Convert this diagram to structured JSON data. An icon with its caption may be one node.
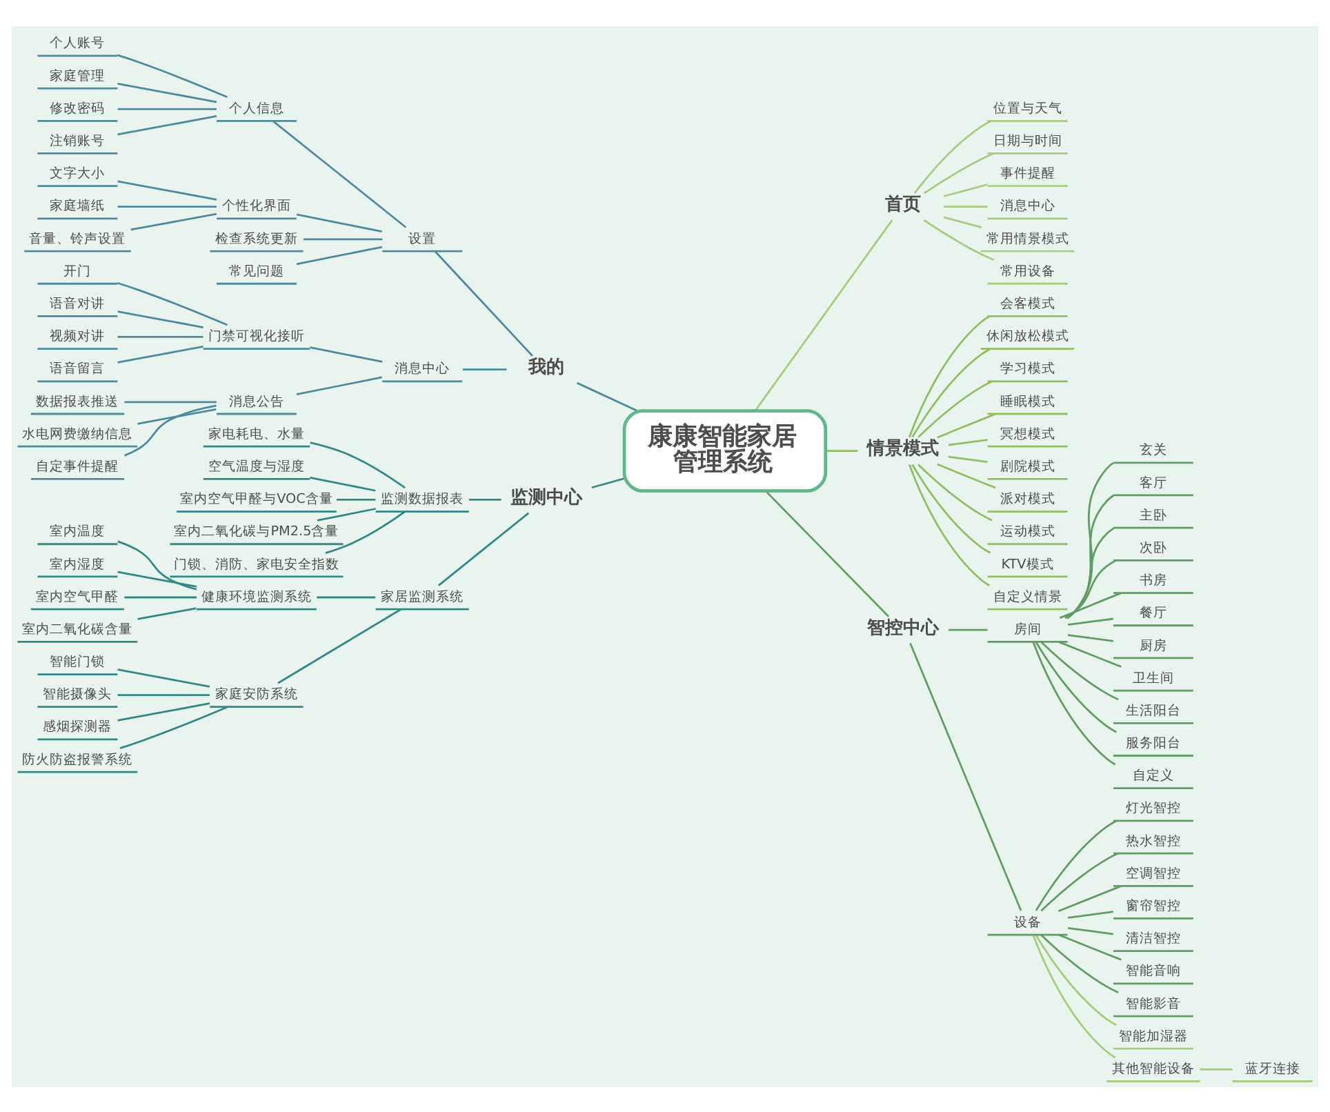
{
  "diagram": {
    "nodes": [
      {
        "text": [
          "康康智能家居管理系统"
        ]
      },
      {
        "text": [
          "我的"
        ]
      },
      {
        "text": [
          "设置"
        ]
      },
      {
        "text": [
          "个人信息"
        ]
      },
      {
        "text": [
          "个人账号"
        ]
      },
      {
        "text": [
          "家庭管理"
        ]
      },
      {
        "text": [
          "修改密码"
        ]
      },
      {
        "text": [
          "注销账号"
        ]
      },
      {
        "text": [
          "个性化界面"
        ]
      },
      {
        "text": [
          "文字大小"
        ]
      },
      {
        "text": [
          "家庭墙纸"
        ]
      },
      {
        "text": [
          "音量、铃声设置"
        ]
      },
      {
        "text": [
          "检查系统更新"
        ]
      },
      {
        "text": [
          "常见问题"
        ]
      },
      {
        "text": [
          "消息中心"
        ]
      },
      {
        "text": [
          "门禁可视化接听"
        ]
      },
      {
        "text": [
          "开门"
        ]
      },
      {
        "text": [
          "语音对讲"
        ]
      },
      {
        "text": [
          "视频对讲"
        ]
      },
      {
        "text": [
          "语音留言"
        ]
      },
      {
        "text": [
          "消息公告"
        ]
      },
      {
        "text": [
          "数据报表推送"
        ]
      },
      {
        "text": [
          "水电网费缴纳信息"
        ]
      },
      {
        "text": [
          "自定事件提醒"
        ]
      },
      {
        "text": [
          "监测中心"
        ]
      },
      {
        "text": [
          "监测数据报表"
        ]
      },
      {
        "text": [
          "家电耗电、水量"
        ]
      },
      {
        "text": [
          "空气温度与湿度"
        ]
      },
      {
        "text": [
          "室内空气甲醛与VOC含量"
        ]
      },
      {
        "text": [
          "室内二氧化碳与PM2.5含量"
        ]
      },
      {
        "text": [
          "门锁、消防、家电安全指数"
        ]
      },
      {
        "text": [
          "家居监测系统"
        ]
      },
      {
        "text": [
          "健康环境监测系统"
        ]
      },
      {
        "text": [
          "室内温度"
        ]
      },
      {
        "text": [
          "室内湿度"
        ]
      },
      {
        "text": [
          "室内空气甲醛"
        ]
      },
      {
        "text": [
          "室内二氧化碳含量"
        ]
      },
      {
        "text": [
          "家庭安防系统"
        ]
      },
      {
        "text": [
          "智能门锁"
        ]
      },
      {
        "text": [
          "智能摄像头"
        ]
      },
      {
        "text": [
          "感烟探测器"
        ]
      },
      {
        "text": [
          "防火防盗报警系统"
        ]
      },
      {
        "text": [
          "首页"
        ]
      },
      {
        "text": [
          "位置与天气"
        ]
      },
      {
        "text": [
          "日期与时间"
        ]
      },
      {
        "text": [
          "事件提醒"
        ]
      },
      {
        "text": [
          "消息中心"
        ]
      },
      {
        "text": [
          "常用情景模式"
        ]
      },
      {
        "text": [
          "常用设备"
        ]
      },
      {
        "text": [
          "情景模式"
        ]
      },
      {
        "text": [
          "会客模式"
        ]
      },
      {
        "text": [
          "休闲放松模式"
        ]
      },
      {
        "text": [
          "学习模式"
        ]
      },
      {
        "text": [
          "睡眠模式"
        ]
      },
      {
        "text": [
          "冥想模式"
        ]
      },
      {
        "text": [
          "剧院模式"
        ]
      },
      {
        "text": [
          "派对模式"
        ]
      },
      {
        "text": [
          "运动模式"
        ]
      },
      {
        "text": [
          "KTV模式"
        ]
      },
      {
        "text": [
          "自定义情景"
        ]
      },
      {
        "text": [
          "智控中心"
        ]
      },
      {
        "text": [
          "房间"
        ]
      },
      {
        "text": [
          "玄关"
        ]
      },
      {
        "text": [
          "客厅"
        ]
      },
      {
        "text": [
          "主卧"
        ]
      },
      {
        "text": [
          "次卧"
        ]
      },
      {
        "text": [
          "书房"
        ]
      },
      {
        "text": [
          "餐厅"
        ]
      },
      {
        "text": [
          "厨房"
        ]
      },
      {
        "text": [
          "卫生间"
        ]
      },
      {
        "text": [
          "生活阳台"
        ]
      },
      {
        "text": [
          "服务阳台"
        ]
      },
      {
        "text": [
          "自定义"
        ]
      },
      {
        "text": [
          "设备"
        ]
      },
      {
        "text": [
          "灯光智控"
        ]
      },
      {
        "text": [
          "热水智控"
        ]
      },
      {
        "text": [
          "空调智控"
        ]
      },
      {
        "text": [
          "窗帘智控"
        ]
      },
      {
        "text": [
          "清洁智控"
        ]
      },
      {
        "text": [
          "智能音响"
        ]
      },
      {
        "text": [
          "智能影音"
        ]
      },
      {
        "text": [
          "智能加湿器"
        ]
      },
      {
        "text": [
          "其他智能设备"
        ]
      },
      {
        "text": [
          "蓝牙连接"
        ]
      }
    ],
    "edges": [
      {
        "from": 0,
        "to": 1,
        "arrow": "none",
        "color": "#4a8c9e"
      },
      {
        "from": 1,
        "to": 2,
        "arrow": "none",
        "color": "#4a8c9e"
      },
      {
        "from": 2,
        "to": 3,
        "arrow": "none",
        "color": "#4a8c9e"
      },
      {
        "from": 3,
        "to": 4,
        "arrow": "none",
        "color": "#4a8c9e"
      },
      {
        "from": 3,
        "to": 5,
        "arrow": "none",
        "color": "#4a8c9e"
      },
      {
        "from": 3,
        "to": 6,
        "arrow": "none",
        "color": "#4a8c9e"
      },
      {
        "from": 3,
        "to": 7,
        "arrow": "none",
        "color": "#4a8c9e"
      },
      {
        "from": 2,
        "to": 8,
        "arrow": "none",
        "color": "#4a8c9e"
      },
      {
        "from": 8,
        "to": 9,
        "arrow": "none",
        "color": "#4a8c9e"
      },
      {
        "from": 8,
        "to": 10,
        "arrow": "none",
        "color": "#4a8c9e"
      },
      {
        "from": 8,
        "to": 11,
        "arrow": "none",
        "color": "#4a8c9e"
      },
      {
        "from": 2,
        "to": 12,
        "arrow": "none",
        "color": "#4a8c9e"
      },
      {
        "from": 2,
        "to": 13,
        "arrow": "none",
        "color": "#4a8c9e"
      },
      {
        "from": 1,
        "to": 14,
        "arrow": "none",
        "color": "#4a8c9e"
      },
      {
        "from": 14,
        "to": 15,
        "arrow": "none",
        "color": "#4a8c9e"
      },
      {
        "from": 15,
        "to": 16,
        "arrow": "none",
        "color": "#4a8c9e"
      },
      {
        "from": 15,
        "to": 17,
        "arrow": "none",
        "color": "#4a8c9e"
      },
      {
        "from": 15,
        "to": 18,
        "arrow": "none",
        "color": "#4a8c9e"
      },
      {
        "from": 15,
        "to": 19,
        "arrow": "none",
        "color": "#4a8c9e"
      },
      {
        "from": 14,
        "to": 20,
        "arrow": "none",
        "color": "#4a8c9e"
      },
      {
        "from": 20,
        "to": 21,
        "arrow": "none",
        "color": "#4a8c9e"
      },
      {
        "from": 20,
        "to": 22,
        "arrow": "none",
        "color": "#4a8c9e"
      },
      {
        "from": 20,
        "to": 23,
        "arrow": "none",
        "color": "#4a8c9e"
      },
      {
        "from": 0,
        "to": 24,
        "arrow": "none",
        "color": "#2d8a84"
      },
      {
        "from": 24,
        "to": 25,
        "arrow": "none",
        "color": "#2d8a84"
      },
      {
        "from": 25,
        "to": 26,
        "arrow": "none",
        "color": "#2d8a84"
      },
      {
        "from": 25,
        "to": 27,
        "arrow": "none",
        "color": "#2d8a84"
      },
      {
        "from": 25,
        "to": 28,
        "arrow": "none",
        "color": "#2d8a84"
      },
      {
        "from": 25,
        "to": 29,
        "arrow": "none",
        "color": "#2d8a84"
      },
      {
        "from": 25,
        "to": 30,
        "arrow": "none",
        "color": "#2d8a84"
      },
      {
        "from": 24,
        "to": 31,
        "arrow": "none",
        "color": "#2d8a84"
      },
      {
        "from": 31,
        "to": 32,
        "arrow": "none",
        "color": "#2d8a84"
      },
      {
        "from": 32,
        "to": 33,
        "arrow": "none",
        "color": "#2d8a84"
      },
      {
        "from": 32,
        "to": 34,
        "arrow": "none",
        "color": "#2d8a84"
      },
      {
        "from": 32,
        "to": 35,
        "arrow": "none",
        "color": "#2d8a84"
      },
      {
        "from": 32,
        "to": 36,
        "arrow": "none",
        "color": "#2d8a84"
      },
      {
        "from": 31,
        "to": 37,
        "arrow": "none",
        "color": "#2d8a84"
      },
      {
        "from": 37,
        "to": 38,
        "arrow": "none",
        "color": "#2d8a84"
      },
      {
        "from": 37,
        "to": 39,
        "arrow": "none",
        "color": "#2d8a84"
      },
      {
        "from": 37,
        "to": 40,
        "arrow": "none",
        "color": "#2d8a84"
      },
      {
        "from": 37,
        "to": 41,
        "arrow": "none",
        "color": "#2d8a84"
      },
      {
        "from": 0,
        "to": 42,
        "arrow": "none",
        "color": "#a8cc7c"
      },
      {
        "from": 42,
        "to": 43,
        "arrow": "none",
        "color": "#a8cc7c"
      },
      {
        "from": 42,
        "to": 44,
        "arrow": "none",
        "color": "#a8cc7c"
      },
      {
        "from": 42,
        "to": 45,
        "arrow": "none",
        "color": "#a8cc7c"
      },
      {
        "from": 42,
        "to": 46,
        "arrow": "none",
        "color": "#a8cc7c"
      },
      {
        "from": 42,
        "to": 47,
        "arrow": "none",
        "color": "#a8cc7c"
      },
      {
        "from": 42,
        "to": 48,
        "arrow": "none",
        "color": "#a8cc7c"
      },
      {
        "from": 0,
        "to": 49,
        "arrow": "none",
        "color": "#8fbf5f"
      },
      {
        "from": 49,
        "to": 50,
        "arrow": "none",
        "color": "#8fbf5f"
      },
      {
        "from": 49,
        "to": 51,
        "arrow": "none",
        "color": "#8fbf5f"
      },
      {
        "from": 49,
        "to": 52,
        "arrow": "none",
        "color": "#8fbf5f"
      },
      {
        "from": 49,
        "to": 53,
        "arrow": "none",
        "color": "#8fbf5f"
      },
      {
        "from": 49,
        "to": 54,
        "arrow": "none",
        "color": "#8fbf5f"
      },
      {
        "from": 49,
        "to": 55,
        "arrow": "none",
        "color": "#8fbf5f"
      },
      {
        "from": 49,
        "to": 56,
        "arrow": "none",
        "color": "#8fbf5f"
      },
      {
        "from": 49,
        "to": 57,
        "arrow": "none",
        "color": "#8fbf5f"
      },
      {
        "from": 49,
        "to": 58,
        "arrow": "none",
        "color": "#8fbf5f"
      },
      {
        "from": 49,
        "to": 59,
        "arrow": "none",
        "color": "#8fbf5f"
      },
      {
        "from": 0,
        "to": 60,
        "arrow": "none"
      },
      {
        "from": 60,
        "to": 61,
        "arrow": "none"
      },
      {
        "from": 61,
        "to": 62,
        "arrow": "none"
      },
      {
        "from": 61,
        "to": 63,
        "arrow": "none"
      },
      {
        "from": 61,
        "to": 64,
        "arrow": "none"
      },
      {
        "from": 61,
        "to": 65,
        "arrow": "none"
      },
      {
        "from": 61,
        "to": 66,
        "arrow": "none"
      },
      {
        "from": 61,
        "to": 67,
        "arrow": "none"
      },
      {
        "from": 61,
        "to": 68,
        "arrow": "none"
      },
      {
        "from": 61,
        "to": 69,
        "arrow": "none"
      },
      {
        "from": 61,
        "to": 70,
        "arrow": "none"
      },
      {
        "from": 61,
        "to": 71,
        "arrow": "none"
      },
      {
        "from": 61,
        "to": 72,
        "arrow": "none"
      },
      {
        "from": 60,
        "to": 73,
        "arrow": "none"
      },
      {
        "from": 73,
        "to": 74,
        "arrow": "none"
      },
      {
        "from": 73,
        "to": 75,
        "arrow": "none"
      },
      {
        "from": 73,
        "to": 76,
        "arrow": "none"
      },
      {
        "from": 73,
        "to": 77,
        "arrow": "none"
      },
      {
        "from": 73,
        "to": 78,
        "arrow": "none"
      },
      {
        "from": 73,
        "to": 79,
        "arrow": "none"
      },
      {
        "from": 73,
        "to": 80,
        "arrow": "none"
      },
      {
        "from": 73,
        "to": 81,
        "arrow": "none",
        "color": "#a3cd78"
      },
      {
        "from": 73,
        "to": 82,
        "arrow": "none",
        "color": "#a3cd78"
      },
      {
        "from": 82,
        "to": 83,
        "arrow": "none",
        "color": "#a3cd78"
      }
    ]
  }
}
